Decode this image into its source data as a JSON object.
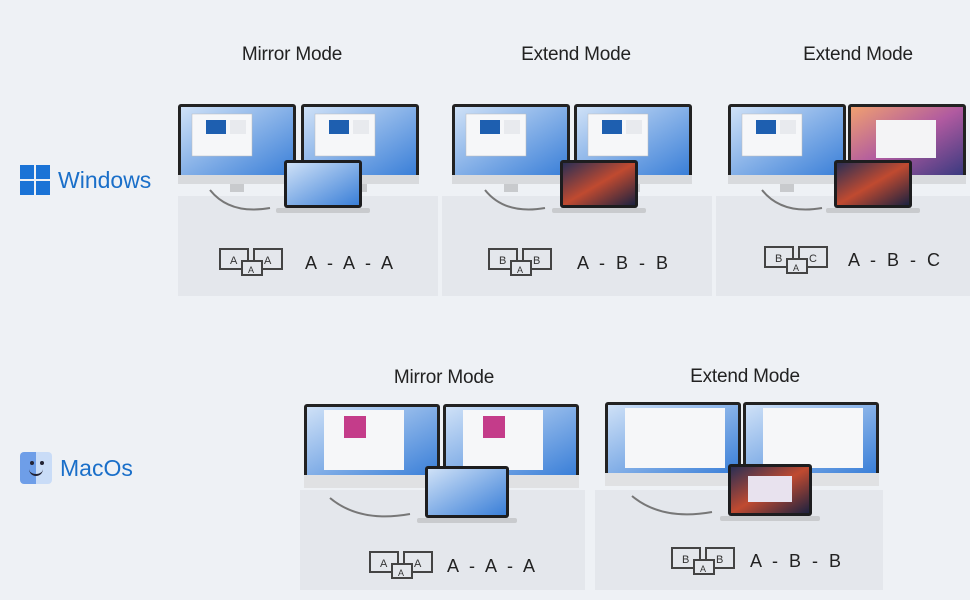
{
  "windows": {
    "label": "Windows",
    "modes": [
      {
        "title": "Mirror Mode",
        "code": "A - A - A",
        "letters": [
          "A",
          "A",
          "A"
        ]
      },
      {
        "title": "Extend Mode",
        "code": "A - B - B",
        "letters": [
          "B",
          "B",
          "A"
        ]
      },
      {
        "title": "Extend Mode",
        "code": "A - B - C",
        "letters": [
          "B",
          "C",
          "A"
        ]
      }
    ]
  },
  "macos": {
    "label": "MacOs",
    "modes": [
      {
        "title": "Mirror Mode",
        "code": "A - A - A",
        "letters": [
          "A",
          "A",
          "A"
        ]
      },
      {
        "title": "Extend Mode",
        "code": "A - B - B",
        "letters": [
          "B",
          "B",
          "A"
        ]
      }
    ]
  }
}
